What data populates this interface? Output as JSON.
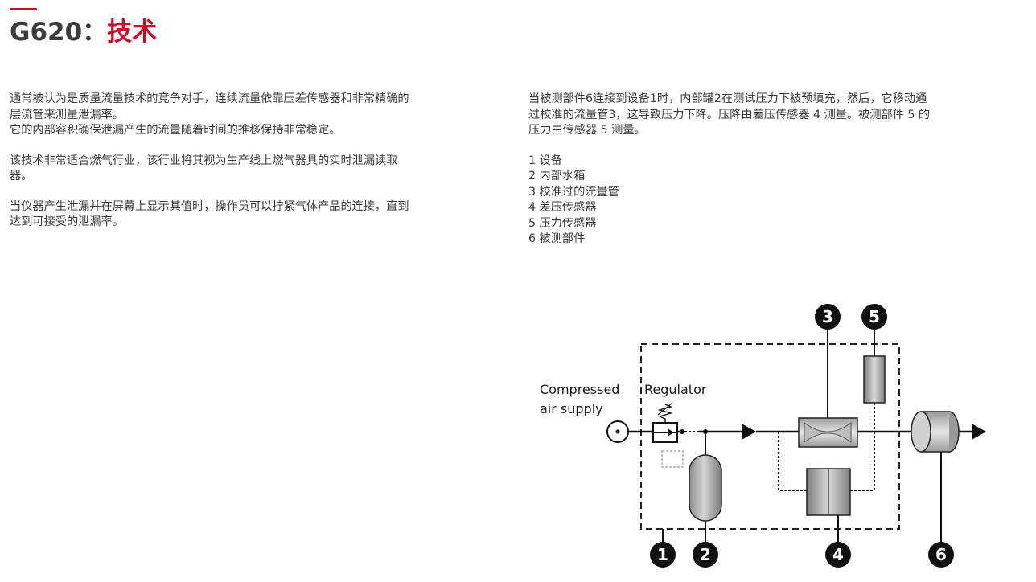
{
  "header": {
    "model": "G620",
    "separator": "：",
    "title": "技术"
  },
  "left_column": {
    "paragraphs": [
      {
        "lines": [
          "通常被认为是质量流量技术的竞争对手，连续流量依靠压差传感器和非常精确的",
          "层流管来测量泄漏率。",
          "它的内部容积确保泄漏产生的流量随着时间的推移保持非常稳定。"
        ]
      },
      {
        "lines": [
          "该技术非常适合燃气行业，该行业将其视为生产线上燃气器具的实时泄漏读取",
          "器。"
        ]
      },
      {
        "lines": [
          "当仪器产生泄漏并在屏幕上显示其值时，操作员可以拧紧气体产品的连接，直到",
          "达到可接受的泄漏率。"
        ]
      }
    ]
  },
  "right_column": {
    "intro_lines": [
      "当被测部件6连接到设备1时，内部罐2在测试压力下被预填充，然后，它移动通",
      "过校准的流量管3，这导致压力下降。压降由差压传感器 4 测量。被测部件 5 的",
      "压力由传感器 5 测量。"
    ],
    "legend": [
      "1 设备",
      "2 内部水箱",
      "3 校准过的流量管",
      "4 差压传感器",
      "5 压力传感器",
      "6 被测部件"
    ]
  },
  "diagram": {
    "supply_label_line1": "Compressed",
    "supply_label_line2": "air supply",
    "regulator_label": "Regulator",
    "markers": [
      "1",
      "2",
      "3",
      "4",
      "5",
      "6"
    ]
  }
}
